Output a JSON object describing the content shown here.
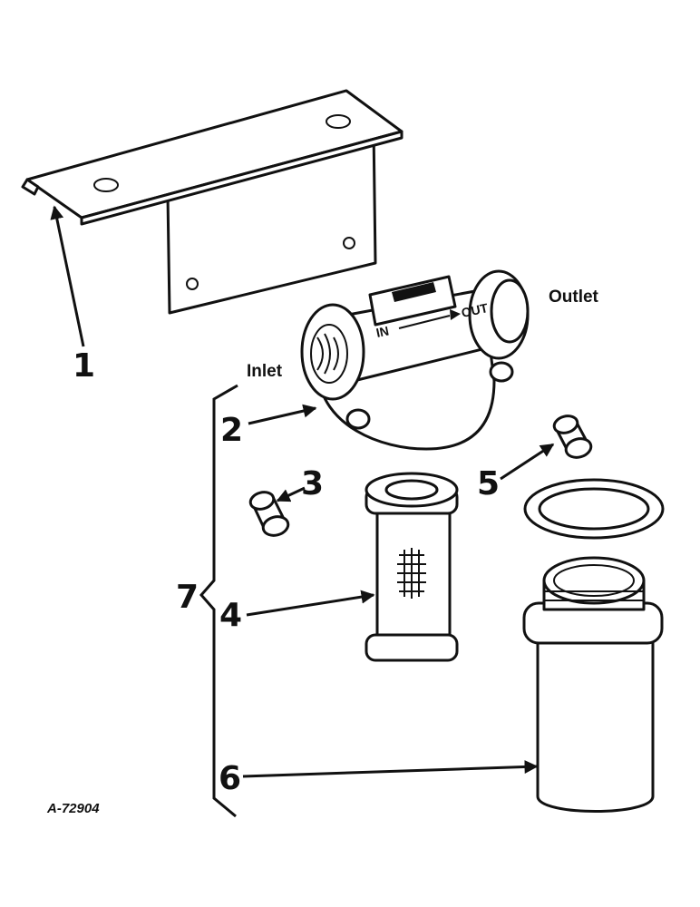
{
  "callouts": {
    "c1": "1",
    "c2": "2",
    "c3": "3",
    "c4": "4",
    "c5": "5",
    "c6": "6",
    "c7": "7"
  },
  "labels": {
    "inlet": "Inlet",
    "outlet": "Outlet",
    "in_mark": "IN",
    "out_mark": "OUT"
  },
  "drawing_number": "A-72904",
  "colors": {
    "ink": "#111111",
    "paper": "#ffffff"
  }
}
